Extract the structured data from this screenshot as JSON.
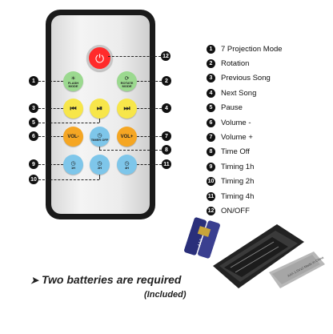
{
  "remote": {
    "buttons": {
      "power_icon": "power-icon",
      "flash_label": "FLASH MODE",
      "rotate_label": "ROTATE MODE",
      "prev_icon": "previous-icon",
      "pause_icon": "play-pause-icon",
      "next_icon": "next-icon",
      "vol_down_label": "VOL-",
      "timer_off_label": "TIMER OFF",
      "vol_up_label": "VOL+",
      "timer1_label": "1H",
      "timer2_label": "2H",
      "timer4_label": "4H"
    },
    "callouts": [
      "1",
      "2",
      "3",
      "4",
      "5",
      "6",
      "7",
      "8",
      "9",
      "10",
      "11",
      "12"
    ]
  },
  "legend": [
    {
      "num": "1",
      "text": "7 Projection Mode"
    },
    {
      "num": "2",
      "text": "Rotation"
    },
    {
      "num": "3",
      "text": "Previous Song"
    },
    {
      "num": "4",
      "text": "Next Song"
    },
    {
      "num": "5",
      "text": "Pause"
    },
    {
      "num": "6",
      "text": "Volume -"
    },
    {
      "num": "7",
      "text": "Volume +"
    },
    {
      "num": "8",
      "text": "Time Off"
    },
    {
      "num": "9",
      "text": "Timing 1h"
    },
    {
      "num": "10",
      "text": "Timing 2h"
    },
    {
      "num": "11",
      "text": "Timing 4h"
    },
    {
      "num": "12",
      "text": "ON/OFF"
    }
  ],
  "battery_photo": {
    "battery_label": "AAA",
    "remote_back_label": "AAA 1.5Vx2 Made in China"
  },
  "note": {
    "arrow": "➤",
    "line1": "Two batteries are required",
    "line2": "(Included)"
  }
}
